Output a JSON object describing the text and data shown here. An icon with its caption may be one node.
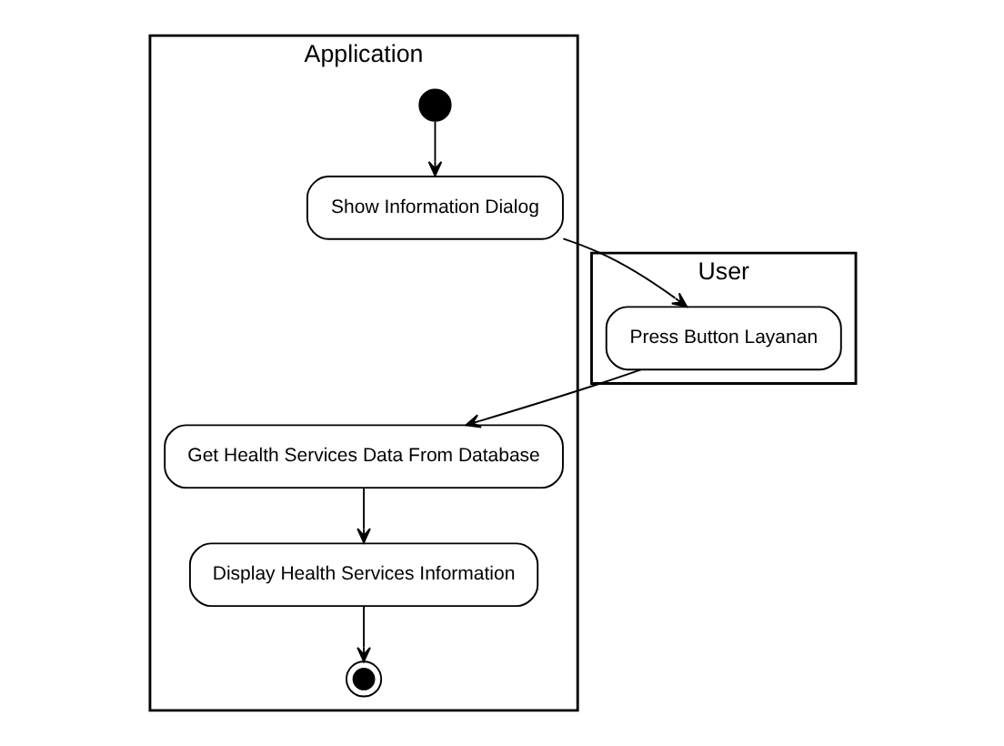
{
  "diagram": {
    "nodes": [
      {
        "text": [
          "User"
        ]
      },
      {
        "text": [
          "Application"
        ]
      },
      {
        "text": [],
        "shape": "circle",
        "in": 1
      },
      {
        "text": [
          "Show Information Dialog"
        ],
        "in": 1
      },
      {
        "text": [
          "Press Button Layanan"
        ],
        "in": 0
      },
      {
        "text": [
          "Get Health Services Data From Database"
        ],
        "in": 1
      },
      {
        "text": [
          "Display Health Services Information"
        ],
        "in": 1
      },
      {
        "text": [],
        "shape": "bullseye",
        "in": 1
      }
    ],
    "edges": [
      {
        "from": 2,
        "to": 3,
        "arrow": "to"
      },
      {
        "from": 3,
        "to": 4,
        "arrow": "to"
      },
      {
        "from": 4,
        "to": 5,
        "arrow": "to"
      },
      {
        "from": 5,
        "to": 6,
        "arrow": "to"
      },
      {
        "from": 6,
        "to": 7,
        "arrow": "to"
      }
    ]
  }
}
